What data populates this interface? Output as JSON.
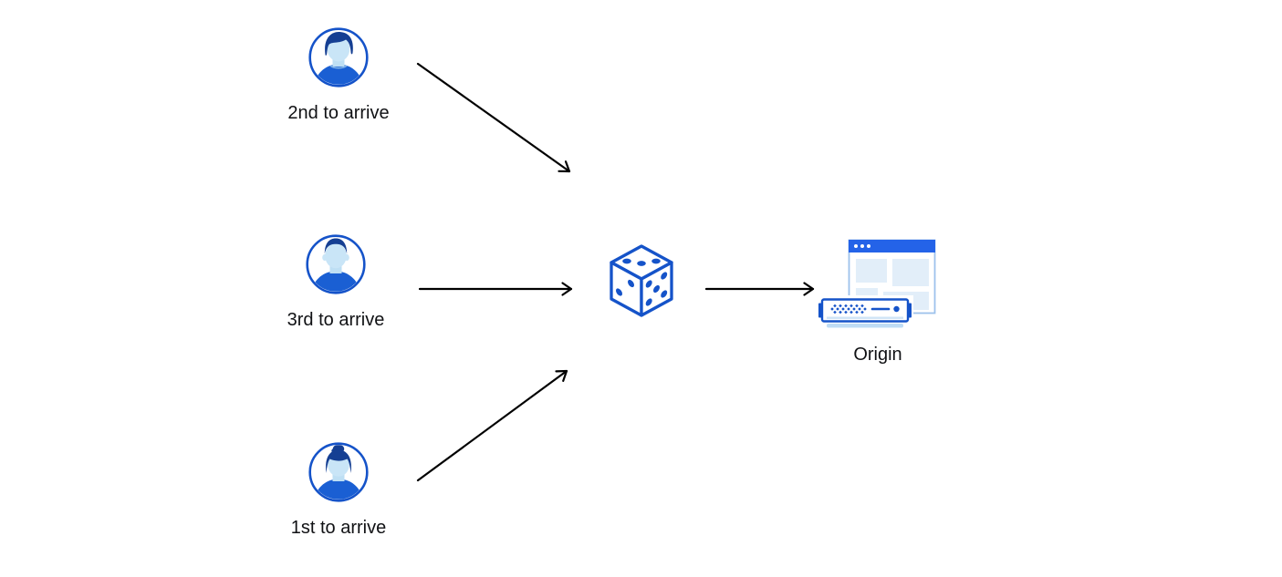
{
  "diagram": {
    "title": "random-request-order-diagram",
    "background_color": "#ffffff",
    "text_color": "#101114",
    "arrow_color": "#000000",
    "colors": {
      "primary_blue": "#1553C9",
      "dark_hair_blue": "#153F93",
      "shirt_blue": "#1A5FD3",
      "titlebar_blue": "#2463E8",
      "face_light_blue": "#C9E5F7",
      "panel_light_blue": "#E2EEF9",
      "window_border_blue": "#9DC2EC",
      "base_strip_blue": "#BFDCF5"
    },
    "users": [
      {
        "id": "second",
        "label": "2nd to arrive",
        "icon": "male-avatar-icon"
      },
      {
        "id": "third",
        "label": "3rd to arrive",
        "icon": "male-avatar-icon"
      },
      {
        "id": "first",
        "label": "1st to arrive",
        "icon": "female-avatar-icon"
      }
    ],
    "dice": {
      "icon": "dice-icon",
      "pips": {
        "top_face": 3,
        "left_face": 2,
        "right_face": 5
      }
    },
    "origin": {
      "label": "Origin",
      "icon": "origin-server-icon"
    },
    "edges": [
      {
        "from": "user-second",
        "to": "dice"
      },
      {
        "from": "user-third",
        "to": "dice"
      },
      {
        "from": "user-first",
        "to": "dice"
      },
      {
        "from": "dice",
        "to": "origin"
      }
    ]
  }
}
